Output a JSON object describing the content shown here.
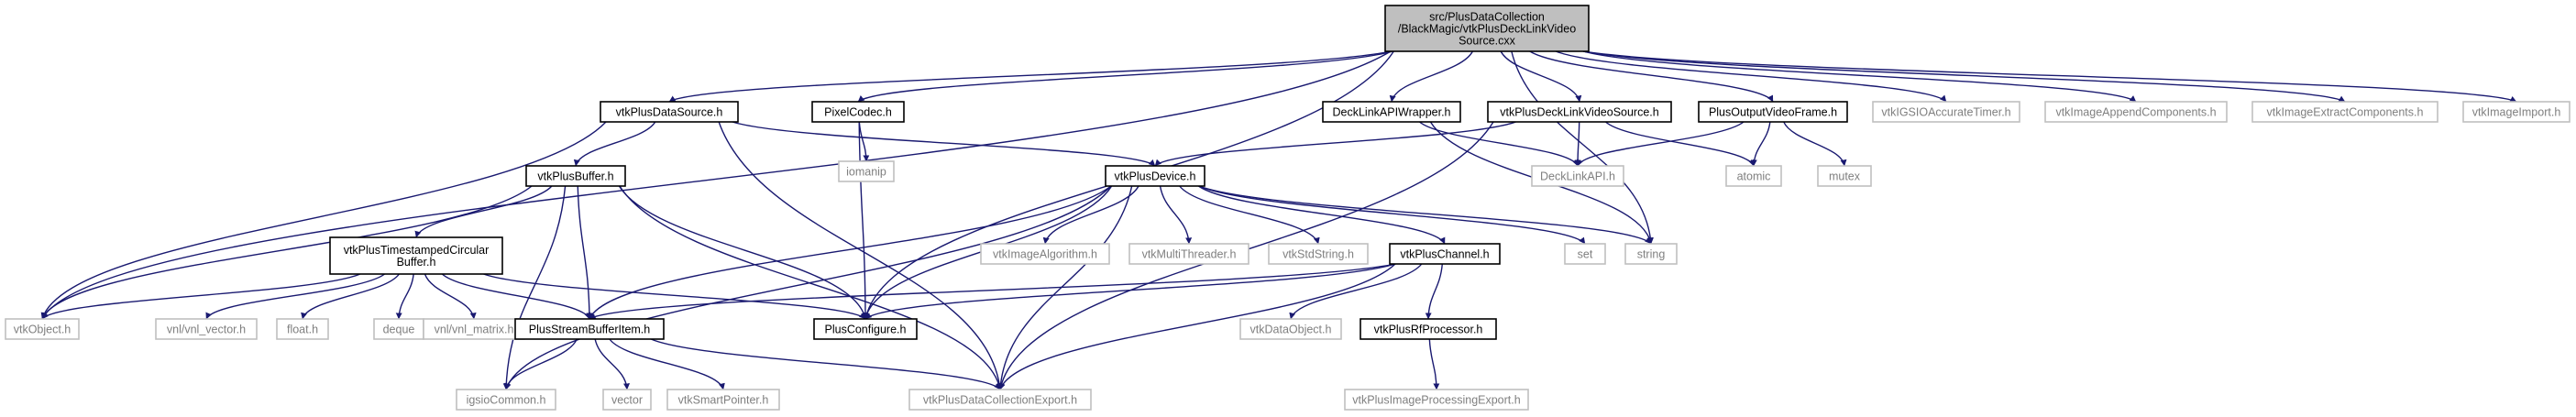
{
  "colors": {
    "edge": "#191970",
    "root_fill": "#bfbfbf",
    "node_border": "#000000",
    "external_border": "#bfbfbf",
    "external_text": "#7f7f7f"
  },
  "nodes": {
    "root": {
      "lines": [
        "src/PlusDataCollection",
        "/BlackMagic/vtkPlusDeckLinkVideo",
        "Source.cxx"
      ]
    },
    "vtkPlusDataSource_h": {
      "lines": [
        "vtkPlusDataSource.h"
      ]
    },
    "PixelCodec_h": {
      "lines": [
        "PixelCodec.h"
      ]
    },
    "DeckLinkAPIWrapper_h": {
      "lines": [
        "DeckLinkAPIWrapper.h"
      ]
    },
    "vtkPlusDeckLinkVideoSource_h": {
      "lines": [
        "vtkPlusDeckLinkVideoSource.h"
      ]
    },
    "PlusOutputVideoFrame_h": {
      "lines": [
        "PlusOutputVideoFrame.h"
      ]
    },
    "vtkIGSIOAccurateTimer_h": {
      "lines": [
        "vtkIGSIOAccurateTimer.h"
      ]
    },
    "vtkImageAppendComponents_h": {
      "lines": [
        "vtkImageAppendComponents.h"
      ]
    },
    "vtkImageExtractComponents_h": {
      "lines": [
        "vtkImageExtractComponents.h"
      ]
    },
    "vtkImageImport_h": {
      "lines": [
        "vtkImageImport.h"
      ]
    },
    "iomanip": {
      "lines": [
        "iomanip"
      ]
    },
    "vtkPlusDevice_h": {
      "lines": [
        "vtkPlusDevice.h"
      ]
    },
    "DeckLinkAPI_h": {
      "lines": [
        "DeckLinkAPI.h"
      ]
    },
    "atomic": {
      "lines": [
        "atomic"
      ]
    },
    "mutex": {
      "lines": [
        "mutex"
      ]
    },
    "vtkPlusBuffer_h": {
      "lines": [
        "vtkPlusBuffer.h"
      ]
    },
    "vtkPlusTimestampedCircularBuffer_h": {
      "lines": [
        "vtkPlusTimestampedCircular",
        "Buffer.h"
      ]
    },
    "vtkImageAlgorithm_h": {
      "lines": [
        "vtkImageAlgorithm.h"
      ]
    },
    "vtkMultiThreader_h": {
      "lines": [
        "vtkMultiThreader.h"
      ]
    },
    "vtkStdString_h": {
      "lines": [
        "vtkStdString.h"
      ]
    },
    "vtkPlusChannel_h": {
      "lines": [
        "vtkPlusChannel.h"
      ]
    },
    "set": {
      "lines": [
        "set"
      ]
    },
    "string": {
      "lines": [
        "string"
      ]
    },
    "vtkObject_h": {
      "lines": [
        "vtkObject.h"
      ]
    },
    "vnl_vector_h": {
      "lines": [
        "vnl/vnl_vector.h"
      ]
    },
    "float_h": {
      "lines": [
        "float.h"
      ]
    },
    "deque": {
      "lines": [
        "deque"
      ]
    },
    "vnl_matrix_h": {
      "lines": [
        "vnl/vnl_matrix.h"
      ]
    },
    "PlusStreamBufferItem_h": {
      "lines": [
        "PlusStreamBufferItem.h"
      ]
    },
    "PlusConfigure_h": {
      "lines": [
        "PlusConfigure.h"
      ]
    },
    "vtkDataObject_h": {
      "lines": [
        "vtkDataObject.h"
      ]
    },
    "vtkPlusRfProcessor_h": {
      "lines": [
        "vtkPlusRfProcessor.h"
      ]
    },
    "igsioCommon_h": {
      "lines": [
        "igsioCommon.h"
      ]
    },
    "vector": {
      "lines": [
        "vector"
      ]
    },
    "vtkSmartPointer_h": {
      "lines": [
        "vtkSmartPointer.h"
      ]
    },
    "vtkPlusDataCollectionExport_h": {
      "lines": [
        "vtkPlusDataCollectionExport.h"
      ]
    },
    "vtkPlusImageProcessingExport_h": {
      "lines": [
        "vtkPlusImageProcessingExport.h"
      ]
    }
  },
  "edges": [
    [
      "root",
      "vtkPlusDataSource_h"
    ],
    [
      "root",
      "PixelCodec_h"
    ],
    [
      "root",
      "DeckLinkAPIWrapper_h"
    ],
    [
      "root",
      "vtkPlusDeckLinkVideoSource_h"
    ],
    [
      "root",
      "PlusOutputVideoFrame_h"
    ],
    [
      "root",
      "vtkIGSIOAccurateTimer_h"
    ],
    [
      "root",
      "vtkImageAppendComponents_h"
    ],
    [
      "root",
      "vtkImageExtractComponents_h"
    ],
    [
      "root",
      "vtkImageImport_h"
    ],
    [
      "root",
      "vtkObject_h"
    ],
    [
      "root",
      "PlusConfigure_h"
    ],
    [
      "root",
      "string"
    ],
    [
      "vtkPlusDataSource_h",
      "vtkPlusBuffer_h"
    ],
    [
      "vtkPlusDataSource_h",
      "vtkPlusDevice_h"
    ],
    [
      "vtkPlusDataSource_h",
      "vtkObject_h"
    ],
    [
      "vtkPlusDataSource_h",
      "vtkPlusDataCollectionExport_h"
    ],
    [
      "PixelCodec_h",
      "iomanip"
    ],
    [
      "PixelCodec_h",
      "PlusConfigure_h"
    ],
    [
      "DeckLinkAPIWrapper_h",
      "DeckLinkAPI_h"
    ],
    [
      "DeckLinkAPIWrapper_h",
      "string"
    ],
    [
      "vtkPlusDeckLinkVideoSource_h",
      "vtkPlusDevice_h"
    ],
    [
      "vtkPlusDeckLinkVideoSource_h",
      "DeckLinkAPI_h"
    ],
    [
      "vtkPlusDeckLinkVideoSource_h",
      "atomic"
    ],
    [
      "vtkPlusDeckLinkVideoSource_h",
      "vtkPlusDataCollectionExport_h"
    ],
    [
      "PlusOutputVideoFrame_h",
      "DeckLinkAPI_h"
    ],
    [
      "PlusOutputVideoFrame_h",
      "atomic"
    ],
    [
      "PlusOutputVideoFrame_h",
      "mutex"
    ],
    [
      "vtkPlusBuffer_h",
      "vtkPlusTimestampedCircularBuffer_h"
    ],
    [
      "vtkPlusBuffer_h",
      "vtkObject_h"
    ],
    [
      "vtkPlusBuffer_h",
      "PlusStreamBufferItem_h"
    ],
    [
      "vtkPlusBuffer_h",
      "PlusConfigure_h"
    ],
    [
      "vtkPlusBuffer_h",
      "igsioCommon_h"
    ],
    [
      "vtkPlusBuffer_h",
      "vtkPlusDataCollectionExport_h"
    ],
    [
      "vtkPlusTimestampedCircularBuffer_h",
      "vtkObject_h"
    ],
    [
      "vtkPlusTimestampedCircularBuffer_h",
      "vnl_vector_h"
    ],
    [
      "vtkPlusTimestampedCircularBuffer_h",
      "float_h"
    ],
    [
      "vtkPlusTimestampedCircularBuffer_h",
      "deque"
    ],
    [
      "vtkPlusTimestampedCircularBuffer_h",
      "vnl_matrix_h"
    ],
    [
      "vtkPlusTimestampedCircularBuffer_h",
      "PlusStreamBufferItem_h"
    ],
    [
      "vtkPlusTimestampedCircularBuffer_h",
      "PlusConfigure_h"
    ],
    [
      "vtkPlusDevice_h",
      "vtkImageAlgorithm_h"
    ],
    [
      "vtkPlusDevice_h",
      "vtkMultiThreader_h"
    ],
    [
      "vtkPlusDevice_h",
      "vtkStdString_h"
    ],
    [
      "vtkPlusDevice_h",
      "vtkPlusChannel_h"
    ],
    [
      "vtkPlusDevice_h",
      "set"
    ],
    [
      "vtkPlusDevice_h",
      "string"
    ],
    [
      "vtkPlusDevice_h",
      "PlusStreamBufferItem_h"
    ],
    [
      "vtkPlusDevice_h",
      "PlusConfigure_h"
    ],
    [
      "vtkPlusDevice_h",
      "igsioCommon_h"
    ],
    [
      "vtkPlusDevice_h",
      "vtkPlusDataCollectionExport_h"
    ],
    [
      "vtkPlusChannel_h",
      "vtkDataObject_h"
    ],
    [
      "vtkPlusChannel_h",
      "vtkPlusRfProcessor_h"
    ],
    [
      "vtkPlusChannel_h",
      "PlusStreamBufferItem_h"
    ],
    [
      "vtkPlusChannel_h",
      "PlusConfigure_h"
    ],
    [
      "vtkPlusChannel_h",
      "vtkPlusDataCollectionExport_h"
    ],
    [
      "vtkPlusRfProcessor_h",
      "vtkPlusImageProcessingExport_h"
    ],
    [
      "PlusStreamBufferItem_h",
      "igsioCommon_h"
    ],
    [
      "PlusStreamBufferItem_h",
      "vector"
    ],
    [
      "PlusStreamBufferItem_h",
      "vtkSmartPointer_h"
    ],
    [
      "PlusStreamBufferItem_h",
      "vtkPlusDataCollectionExport_h"
    ]
  ]
}
